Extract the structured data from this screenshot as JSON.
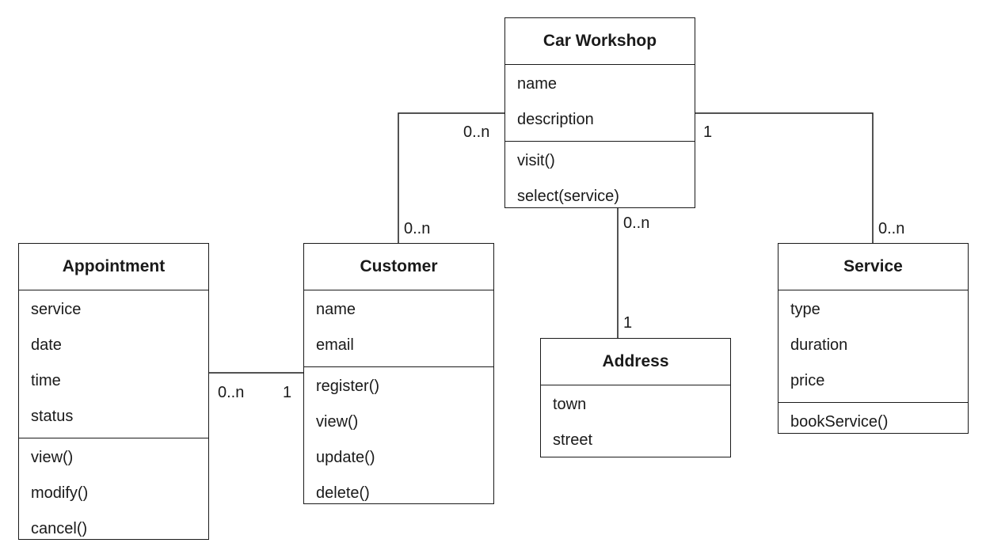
{
  "classes": {
    "workshop": {
      "name": "Car Workshop",
      "attributes": [
        "name",
        "description"
      ],
      "methods": [
        "visit()",
        "select(service)"
      ]
    },
    "appointment": {
      "name": "Appointment",
      "attributes": [
        "service",
        "date",
        "time",
        "status"
      ],
      "methods": [
        "view()",
        "modify()",
        "cancel()"
      ]
    },
    "customer": {
      "name": "Customer",
      "attributes": [
        "name",
        "email"
      ],
      "methods": [
        "register()",
        "view()",
        "update()",
        "delete()"
      ]
    },
    "address": {
      "name": "Address",
      "attributes": [
        "town",
        "street"
      ],
      "methods": []
    },
    "service": {
      "name": "Service",
      "attributes": [
        "type",
        "duration",
        "price"
      ],
      "methods": [
        "bookService()"
      ]
    }
  },
  "associations": {
    "workshop_customer": {
      "workshop_end": "0..n",
      "customer_end": "0..n"
    },
    "workshop_service": {
      "workshop_end": "1",
      "service_end": "0..n"
    },
    "workshop_address": {
      "workshop_end": "0..n",
      "address_end": "1"
    },
    "appointment_customer": {
      "appointment_end": "0..n",
      "customer_end": "1"
    }
  }
}
